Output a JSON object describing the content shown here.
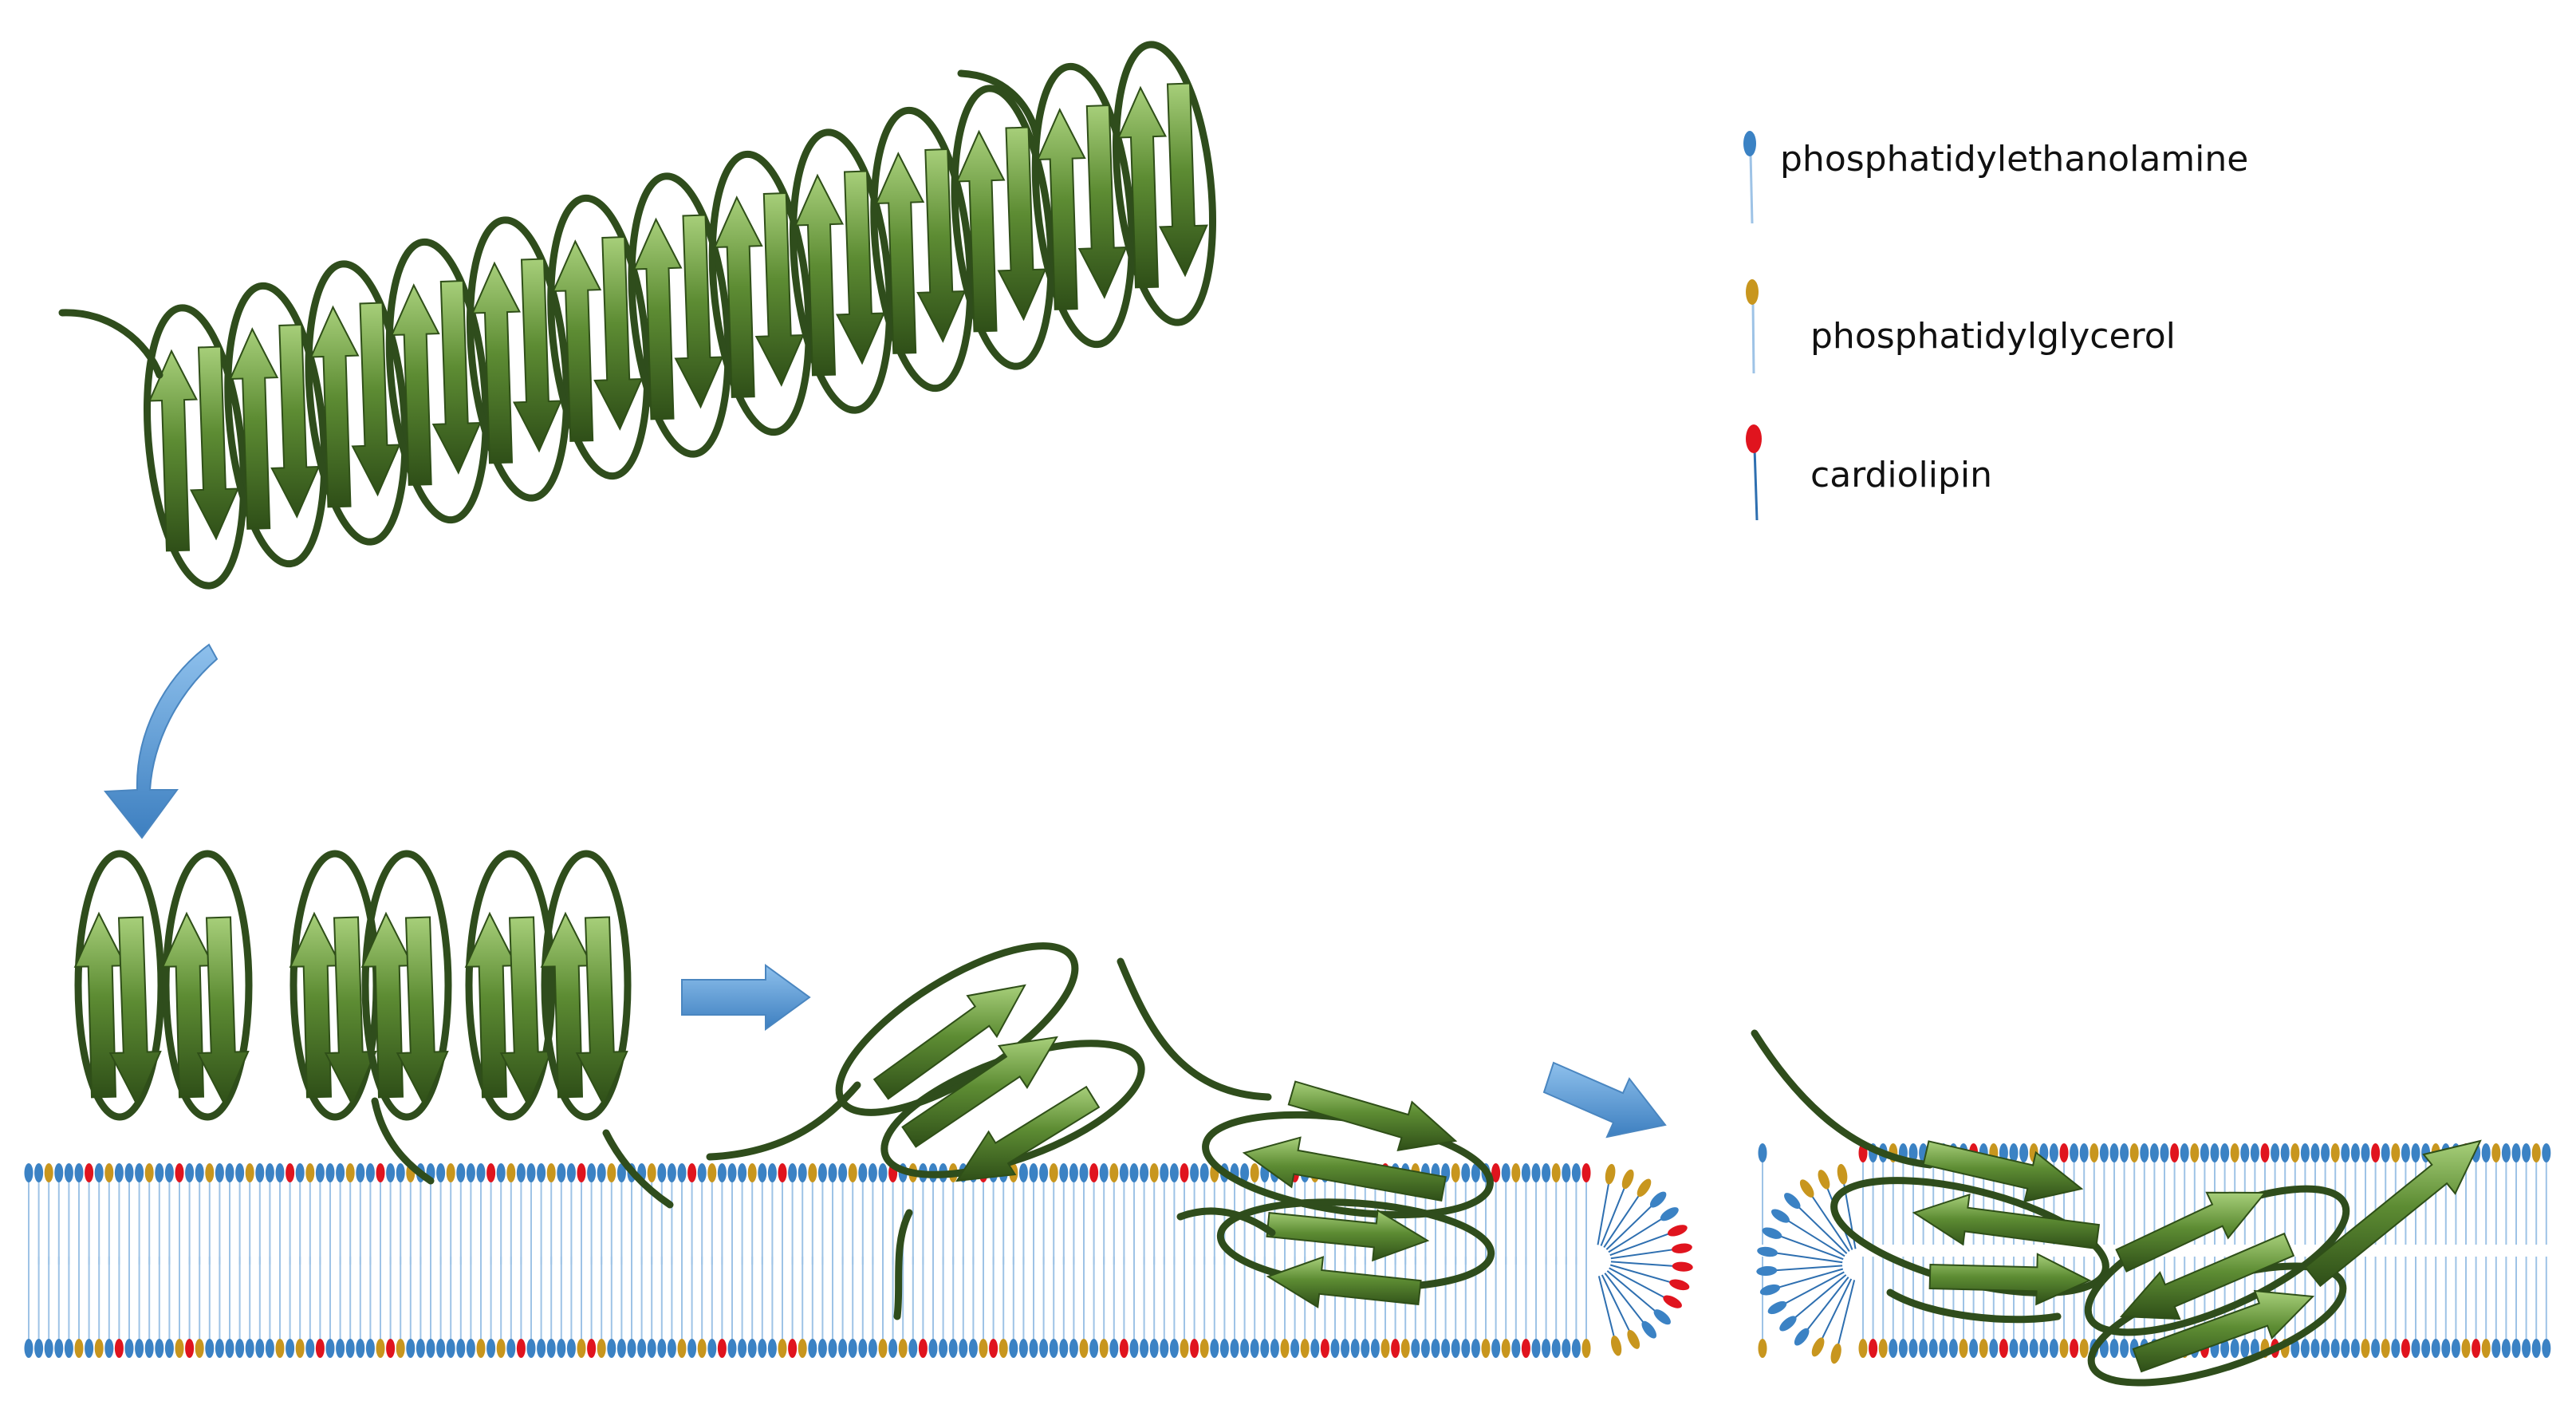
{
  "legend": {
    "items": [
      {
        "key": "pe",
        "label": "phosphatidylethanolamine",
        "color": "#3b82c4"
      },
      {
        "key": "pg",
        "label": "phosphatidylglycerol",
        "color": "#c8961e"
      },
      {
        "key": "cl",
        "label": "cardiolipin",
        "color": "#e0141e"
      }
    ]
  },
  "colors": {
    "protein": "#4f7a2c",
    "protein_light": "#86b35a",
    "protein_dark": "#2f4f18",
    "loop": "#2f4d1c",
    "arrow": "#5b9bd5",
    "tail": "#9ec3e6"
  }
}
